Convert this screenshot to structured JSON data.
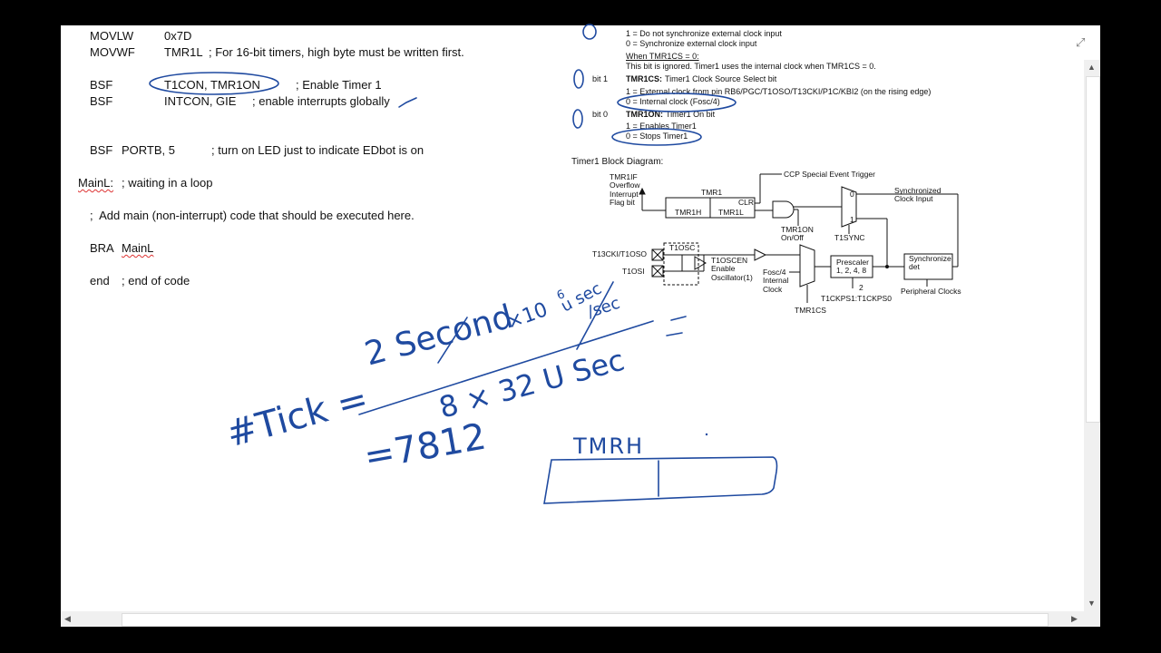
{
  "code_lines": [
    "MOVLW",
    "0x7D",
    "MOVWF",
    "TMR1L",
    "; For 16-bit timers, high byte must be written first.",
    "BSF",
    "T1CON, TMR1ON",
    "; Enable Timer 1",
    "BSF",
    "INTCON, GIE",
    "; enable interrupts globally",
    "BSF",
    "PORTB, 5",
    "; turn on LED just to indicate EDbot is on",
    "MainL:",
    "; waiting in a loop",
    ";  Add main (non-interrupt) code that should be executed here.",
    "BRA",
    "MainL",
    "end",
    "; end of code"
  ],
  "datasheet": {
    "l1": "1 = Do not synchronize external clock input",
    "l2": "0 = Synchronize external clock input",
    "l3": "When TMR1CS = 0:",
    "l4": "This bit is ignored. Timer1 uses the internal clock when TMR1CS = 0.",
    "bit1": "bit 1",
    "bit1_title": "TMR1CS:",
    "bit1_desc": "Timer1 Clock Source Select bit",
    "bit1_opt1": "1 = External clock from pin RB6/PGC/T1OSO/T13CKI/P1C/KBI2 (on the rising edge)",
    "bit1_opt0": "0 = Internal clock (Fosc/4)",
    "bit0": "bit 0",
    "bit0_title": "TMR1ON:",
    "bit0_desc": "Timer1 On bit",
    "bit0_opt1": "1 = Enables Timer1",
    "bit0_opt0": "0 = Stops Timer1",
    "diagram_title": "Timer1 Block Diagram:"
  },
  "diagram_labels": {
    "tmr1if": "TMR1IF\nOverflow\nInterrupt\nFlag bit",
    "ccp": "CCP Special Event Trigger",
    "tmr1": "TMR1",
    "tmr1h": "TMR1H",
    "tmr1l": "TMR1L",
    "clr": "CLR",
    "sync_in": "Synchronized\nClock Input",
    "tmr1on": "TMR1ON\nOn/Off",
    "t1sync": "T1SYNC",
    "t13cki": "T13CKI/T1OSO",
    "t1osi": "T1OSI",
    "t1osc": "T1OSC",
    "t1oscen": "T1OSCEN\nEnable\nOscillator(1)",
    "fosc": "Fosc/4\nInternal\nClock",
    "prescaler": "Prescaler\n1, 2, 4, 8",
    "synchronize": "Synchronize\ndet",
    "t1ckps": "T1CKPS1:T1CKPS0",
    "two": "2",
    "peripheral": "Peripheral Clocks",
    "tmr1cs": "TMR1CS",
    "zero": "0",
    "one": "1"
  },
  "handwriting": {
    "two_second": "2 Second",
    "x10": "×10",
    "six": "6",
    "usec": "u sec",
    "per_sec": "/sec",
    "eight_x_32": "8 × 32 U Sec",
    "tick": "#Tick =",
    "equals": "=",
    "result": "=7812",
    "tmrh": "TMRH",
    "check": "✓"
  },
  "colors": {
    "ink": "#1f4aa0",
    "squiggle": "#d33"
  },
  "icons": [
    "expand-icon",
    "scroll-up-arrow-icon",
    "scroll-down-arrow-icon",
    "scroll-left-arrow-icon",
    "scroll-right-arrow-icon"
  ]
}
